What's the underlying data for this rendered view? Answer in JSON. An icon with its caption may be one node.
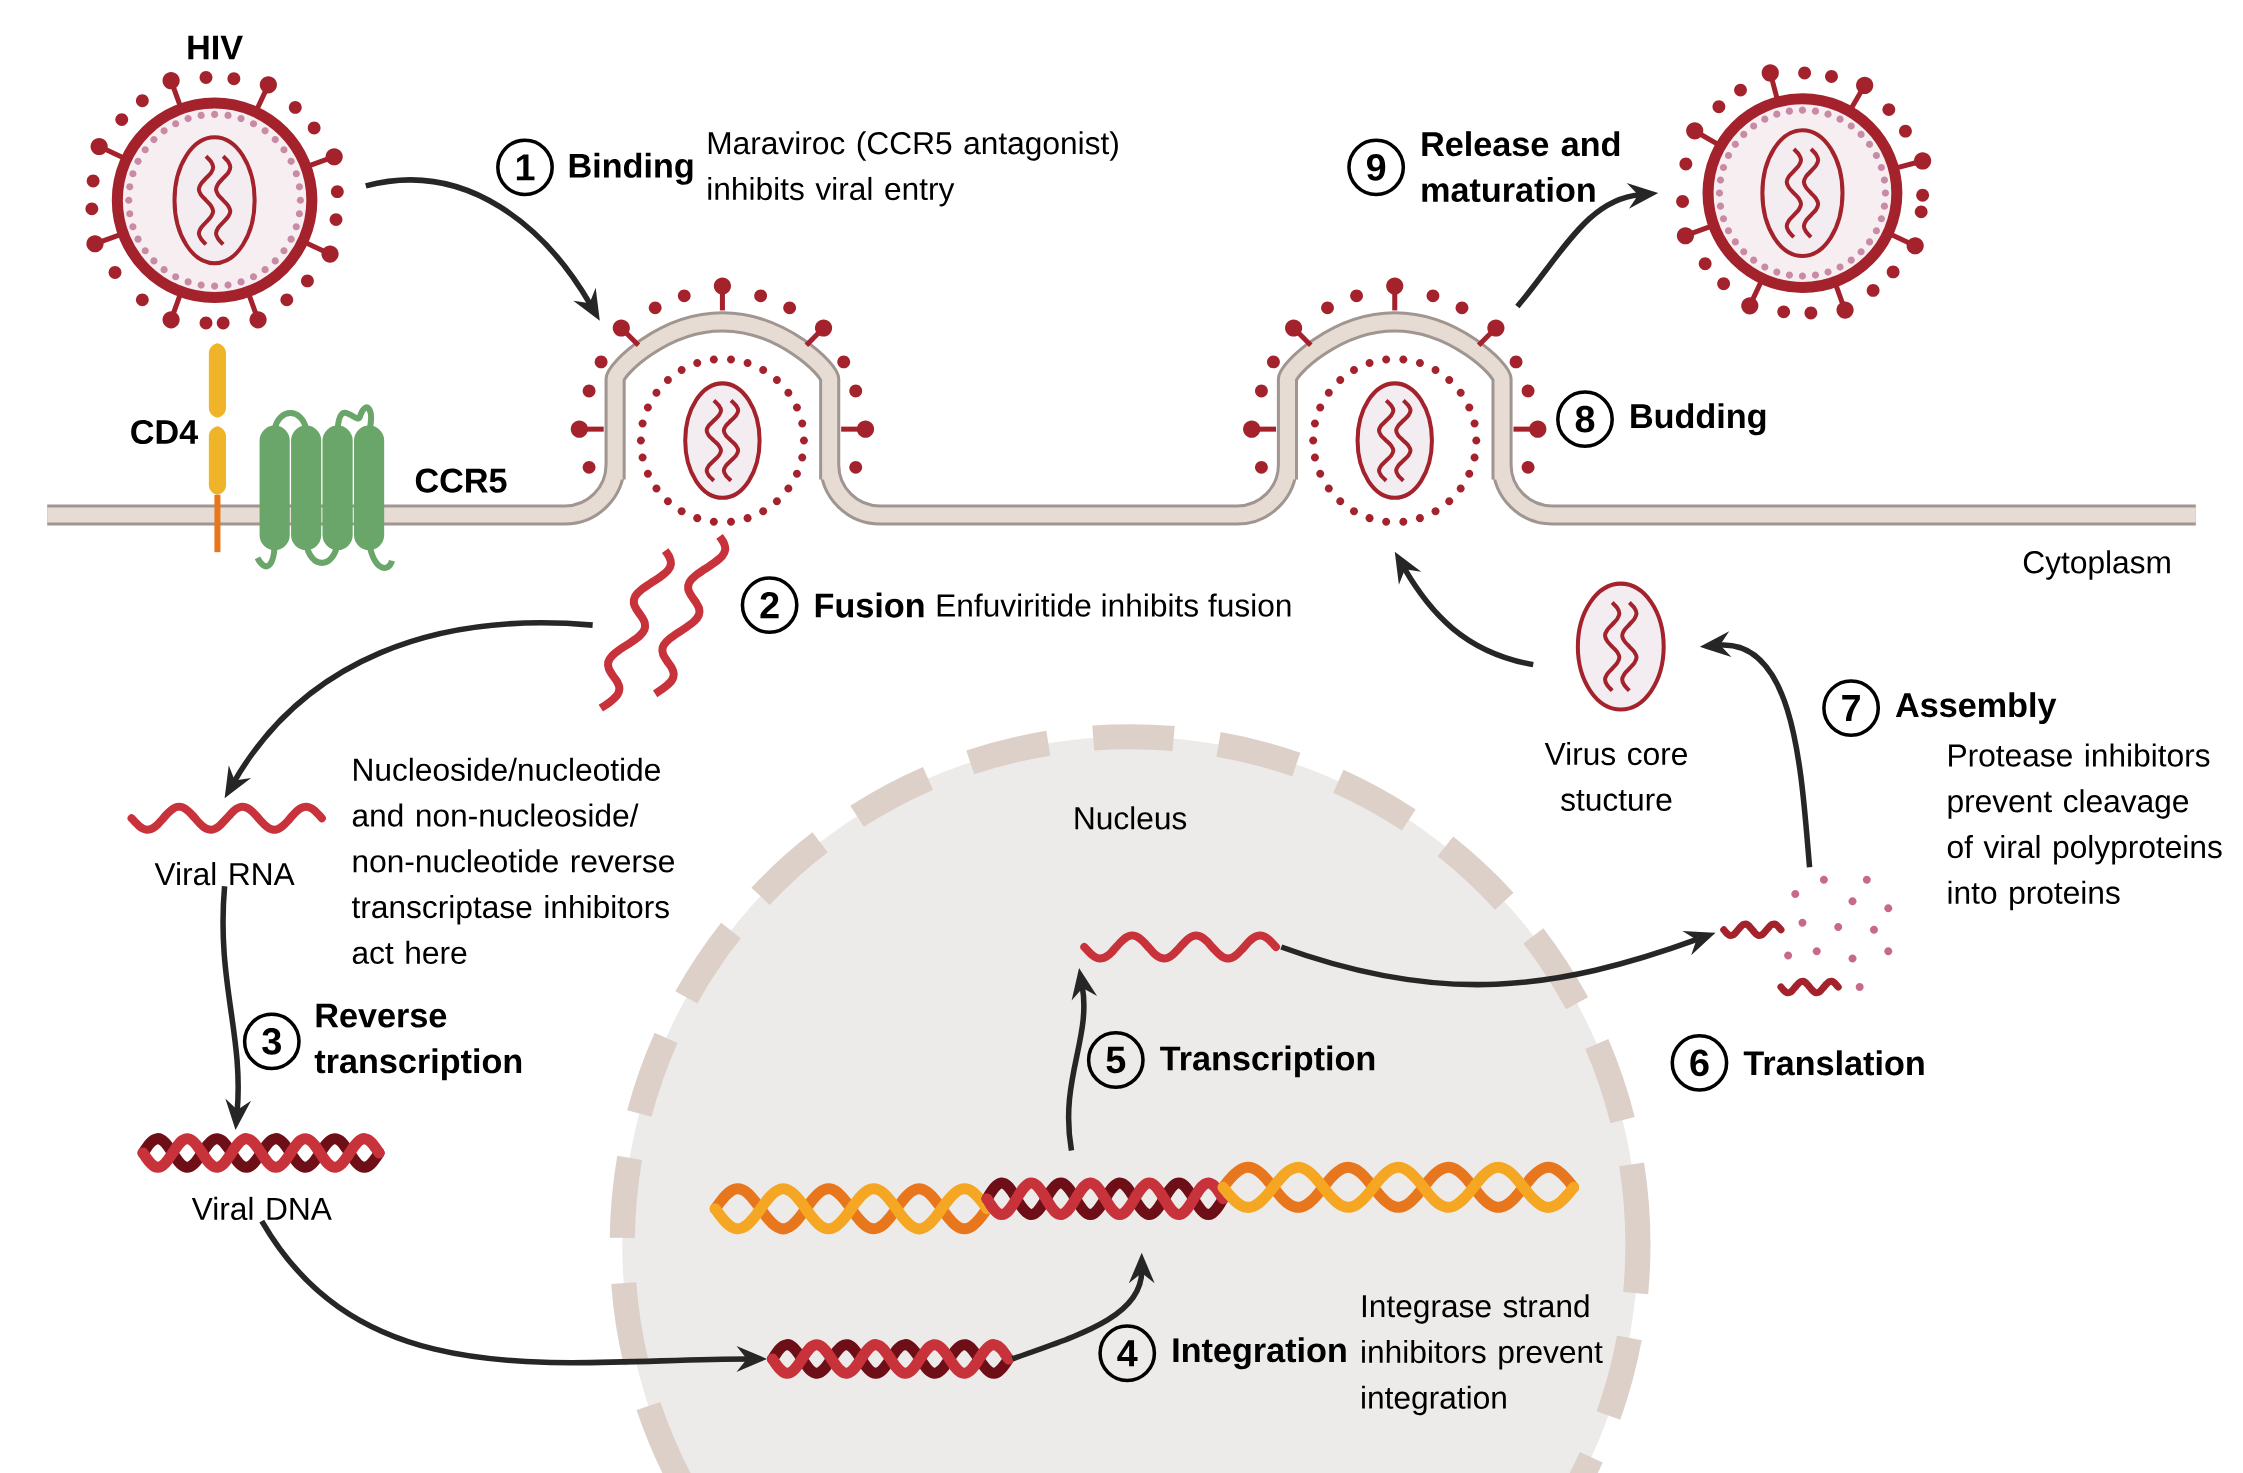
{
  "diagram": {
    "nodes": [
      {
        "text": [
          "HIV"
        ]
      },
      {
        "text": [],
        "shape": "picture"
      },
      {
        "text": [],
        "shape": "picture"
      },
      {
        "text": [
          "Viral RNA"
        ]
      },
      {
        "text": [
          "Viral DNA"
        ]
      },
      {
        "text": [
          "Nucleus"
        ]
      },
      {
        "text": [],
        "shape": "picture",
        "in": 5
      },
      {
        "text": [],
        "shape": "picture",
        "in": 5
      },
      {
        "text": [],
        "shape": "picture",
        "in": 5
      },
      {
        "text": [],
        "shape": "picture"
      },
      {
        "text": [
          "Virus core stucture"
        ]
      },
      {
        "text": [],
        "shape": "picture"
      },
      {
        "text": [],
        "shape": "picture"
      }
    ],
    "edges": [
      {
        "from": 0,
        "to": 1,
        "arrow": "to"
      },
      {
        "from": 2,
        "to": 3,
        "arrow": "to"
      },
      {
        "from": 3,
        "to": 4,
        "arrow": "to"
      },
      {
        "from": 4,
        "to": 6,
        "arrow": "to"
      },
      {
        "from": 6,
        "to": 7,
        "arrow": "to"
      },
      {
        "from": 7,
        "to": 8,
        "arrow": "to"
      },
      {
        "from": 8,
        "to": 9,
        "arrow": "to"
      },
      {
        "from": 9,
        "to": 10,
        "arrow": "to"
      },
      {
        "from": 10,
        "to": 11,
        "arrow": "to"
      },
      {
        "from": 11,
        "to": 12,
        "arrow": "to"
      }
    ],
    "labels": [
      "1",
      "Binding",
      "Maraviroc (CCR5 antagonist) inhibits viral entry",
      "9",
      "Release and maturation",
      "CD4",
      "8",
      "Budding",
      "CCR5",
      "Cytoplasm",
      "2",
      "Fusion",
      "Enfuviritide inhibits fusion",
      "7",
      "Assembly",
      "Nucleoside/nucleotide and non-nucleoside/ non-nucleotide reverse transcriptase inhibitors act here",
      "Protease inhibitors prevent cleavage of viral polyproteins into proteins",
      "3",
      "Reverse transcription",
      "5",
      "Transcription",
      "6",
      "Translation",
      "4",
      "Integration",
      "Integrase strand inhibitors prevent integration"
    ]
  }
}
